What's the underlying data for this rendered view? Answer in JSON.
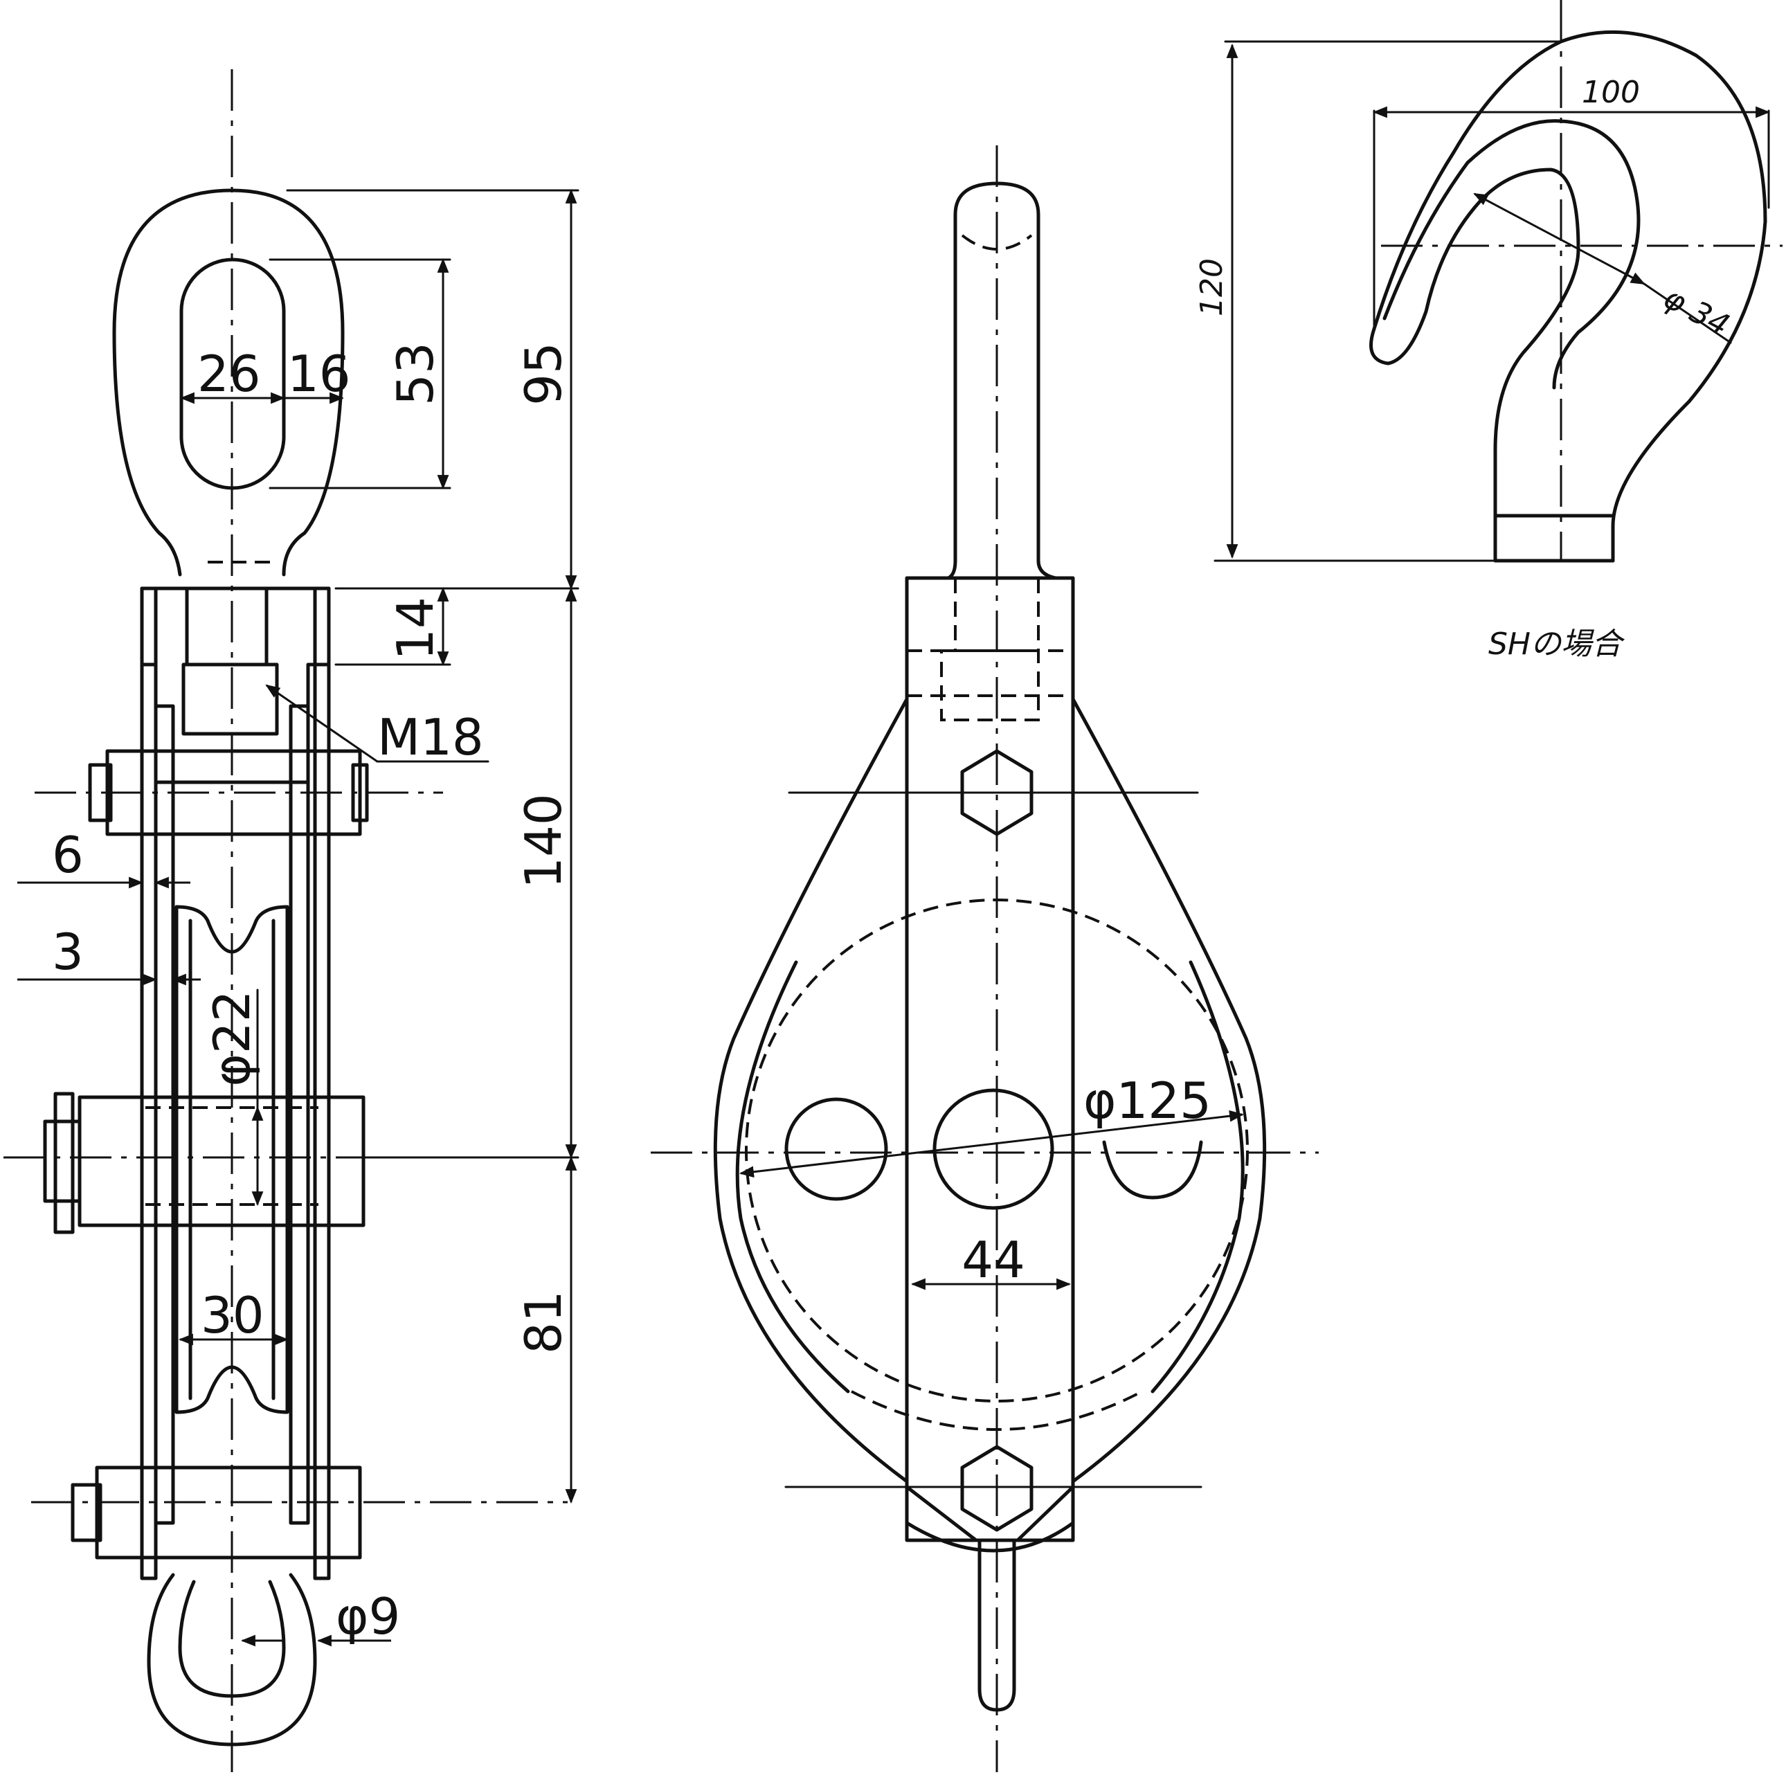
{
  "dimensions": {
    "eye_width": "26",
    "eye_wall": "16",
    "eye_height": "53",
    "eye_total": "95",
    "neck": "14",
    "thread": "M18",
    "side_plate": "6",
    "cheek": "3",
    "pin_dia": "φ22",
    "body_height": "140",
    "sheave_width": "30",
    "lower_height": "81",
    "bottom_pin": "φ9",
    "sheave_dia": "φ125",
    "plate_width": "44"
  },
  "hook_view": {
    "width": "100",
    "height": "120",
    "throat": "φ 34",
    "caption": "SHの場合"
  }
}
